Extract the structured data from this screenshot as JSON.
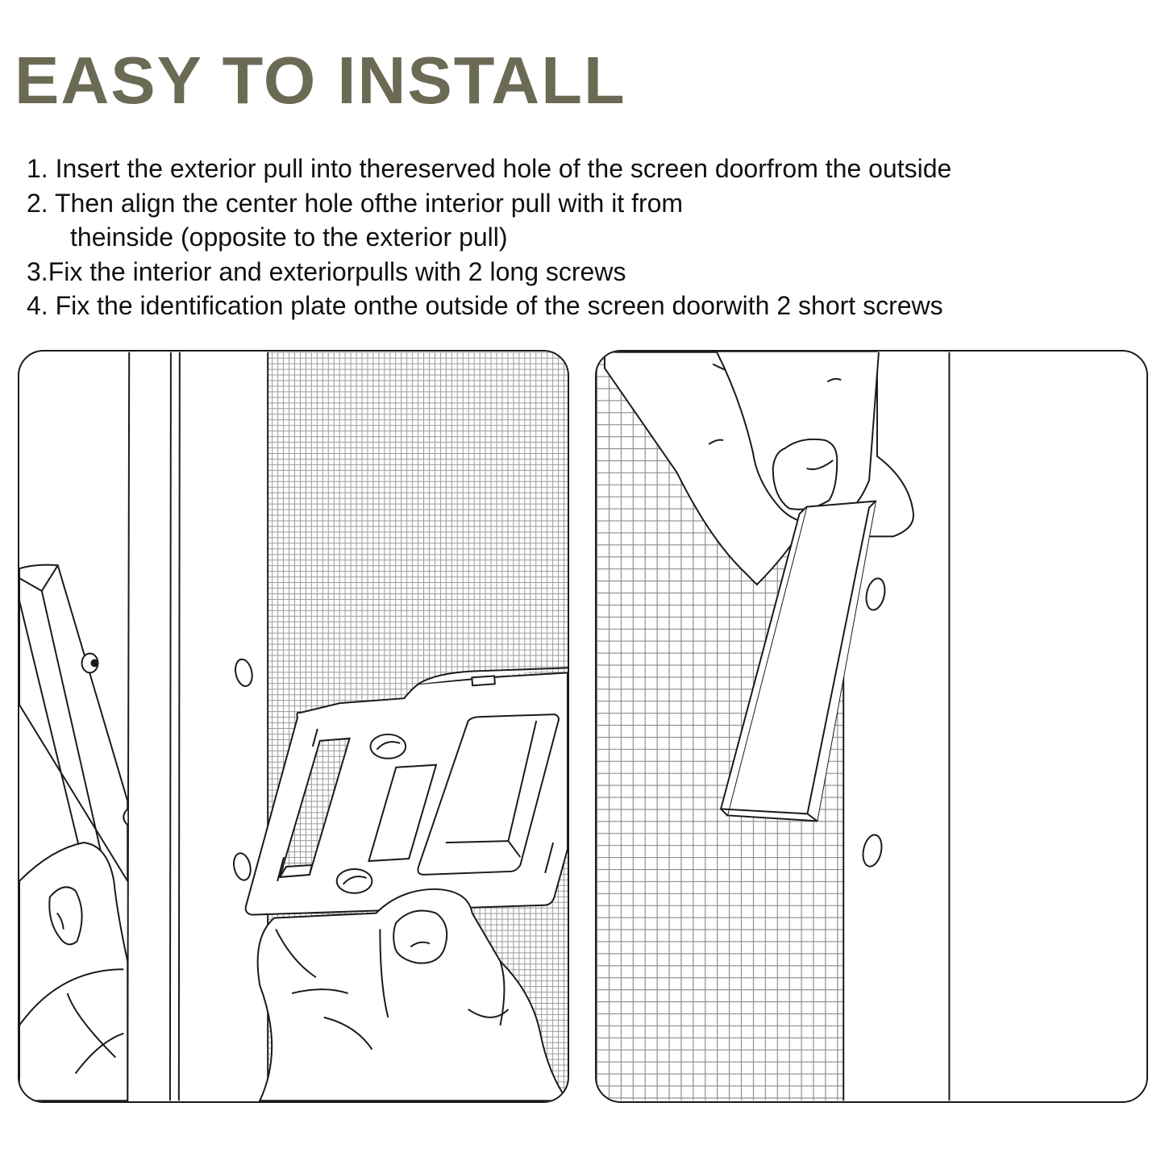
{
  "header": {
    "title": "EASY TO INSTALL",
    "title_color": "#6b6a55"
  },
  "steps": [
    {
      "number": "1.",
      "text": " Insert the exterior pull into thereserved hole of the screen doorfrom the outside"
    },
    {
      "number": "2.",
      "text": " Then align the center hole ofthe interior pull with it from",
      "continuation": "theinside (opposite to the exterior pull)"
    },
    {
      "number": "3.",
      "text": "Fix the interior and exteriorpulls with 2 long screws"
    },
    {
      "number": "4.",
      "text": " Fix the identification plate onthe outside of the screen doorwith 2 short screws"
    }
  ],
  "illustrations": [
    {
      "id": "left",
      "depicts": "hands holding exterior and interior pulls against screen door frame with mesh"
    },
    {
      "id": "right",
      "depicts": "hand placing identification plate on screen door frame beside mesh"
    }
  ],
  "colors": {
    "line": "#1a1a1a",
    "mesh": "#9a9a9a",
    "text": "#111111"
  }
}
